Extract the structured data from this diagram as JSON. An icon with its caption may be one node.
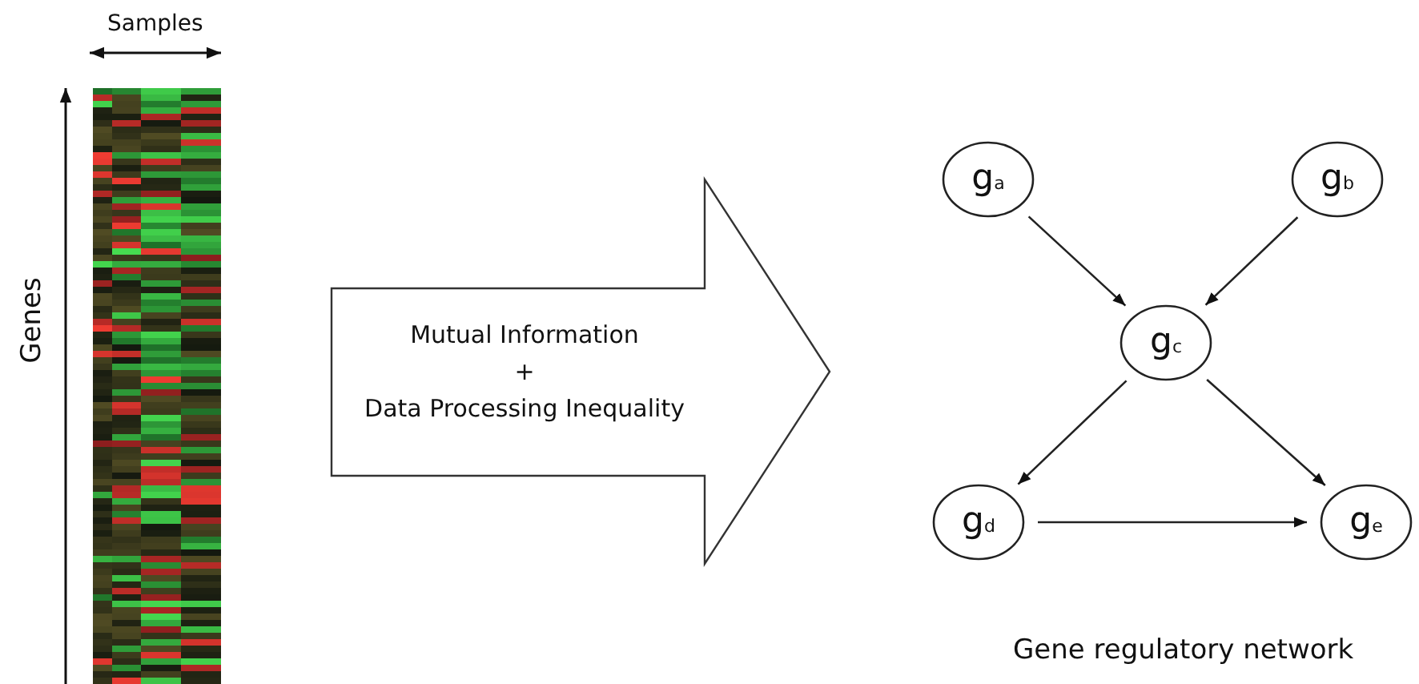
{
  "diagram": {
    "caption": "Gene regulatory network",
    "nodes": [
      {
        "text": [
          "Mutual Information",
          "+",
          "Data Processing Inequality"
        ]
      },
      {
        "text": [
          "g$_{a}$"
        ]
      },
      {
        "text": [
          "g$_{b}$"
        ]
      },
      {
        "text": [
          "g$_{c}$"
        ]
      },
      {
        "text": [
          "g$_{d}$"
        ]
      },
      {
        "text": [
          "g$_{e}$"
        ]
      }
    ],
    "edges": [
      {
        "from": 1,
        "to": 3,
        "arrow": "to"
      },
      {
        "from": 2,
        "to": 3,
        "arrow": "to"
      },
      {
        "from": 3,
        "to": 4,
        "arrow": "to"
      },
      {
        "from": 3,
        "to": 5,
        "arrow": "to"
      },
      {
        "from": 4,
        "to": 5,
        "arrow": "to"
      }
    ],
    "labels": [
      "Samples",
      "Genes"
    ]
  }
}
